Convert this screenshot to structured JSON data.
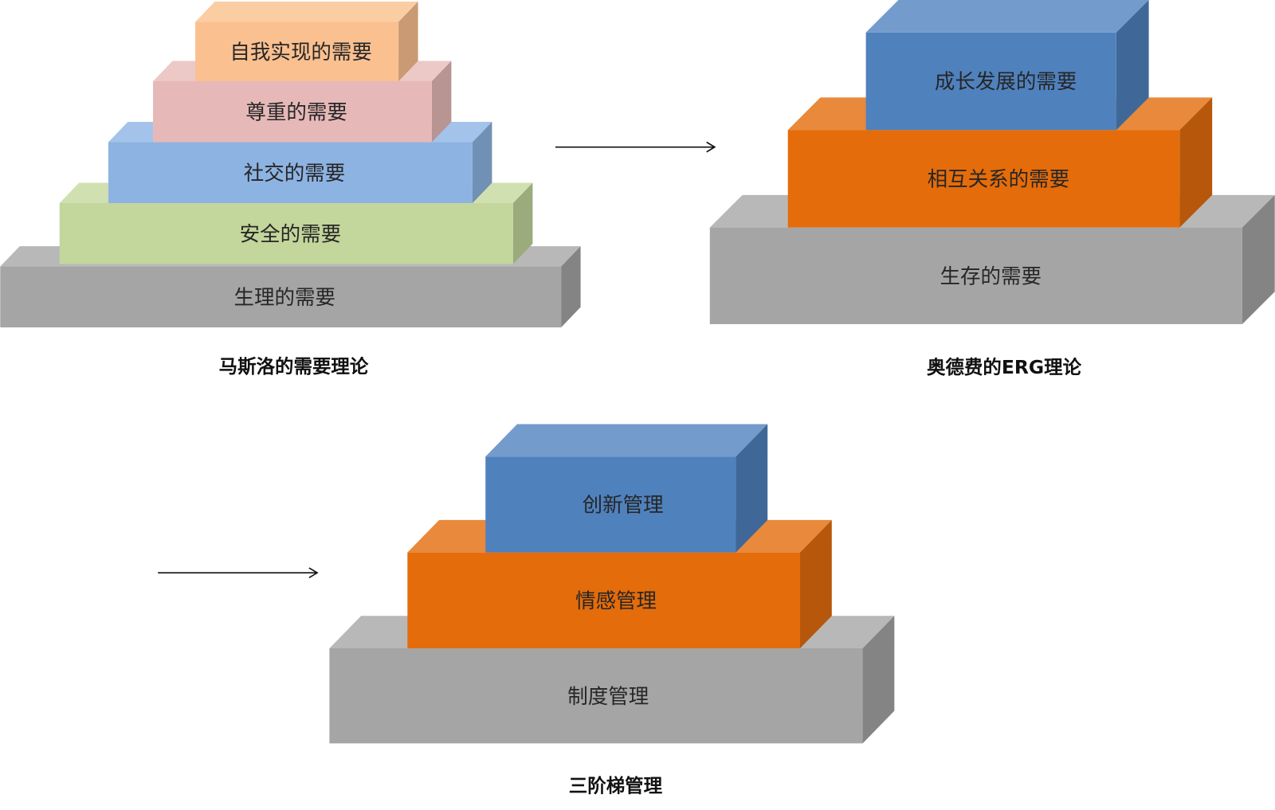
{
  "colors": {
    "gray": {
      "front": "#a5a5a5",
      "top": "#b8b8b8",
      "side": "#848484"
    },
    "orange": {
      "front": "#e46c0a",
      "top": "#e8893c",
      "side": "#b7570b"
    },
    "blue": {
      "front": "#4f81bd",
      "top": "#739bcb",
      "side": "#3f6898"
    },
    "peach": {
      "front": "#fac090",
      "top": "#fbcda3",
      "side": "#c99a73"
    },
    "pink": {
      "front": "#e6b9b8",
      "top": "#ecc8c7",
      "side": "#b89493"
    },
    "lightblue": {
      "front": "#8db3e2",
      "top": "#a4c3eb",
      "side": "#7190b5"
    },
    "green": {
      "front": "#c3d69b",
      "top": "#d1e0b1",
      "side": "#9cab7c"
    }
  },
  "diagrams": [
    {
      "title": "马斯洛的需要理论",
      "levels": [
        {
          "label": "生理的需要",
          "color": "gray"
        },
        {
          "label": "安全的需要",
          "color": "green"
        },
        {
          "label": "社交的需要",
          "color": "lightblue"
        },
        {
          "label": "尊重的需要",
          "color": "pink"
        },
        {
          "label": "自我实现的需要",
          "color": "peach"
        }
      ]
    },
    {
      "title": "奥德费的ERG理论",
      "levels": [
        {
          "label": "生存的需要",
          "color": "gray"
        },
        {
          "label": "相互关系的需要",
          "color": "orange"
        },
        {
          "label": "成长发展的需要",
          "color": "blue"
        }
      ]
    },
    {
      "title": "三阶梯管理",
      "levels": [
        {
          "label": "制度管理",
          "color": "gray"
        },
        {
          "label": "情感管理",
          "color": "orange"
        },
        {
          "label": "创新管理",
          "color": "blue"
        }
      ]
    }
  ]
}
